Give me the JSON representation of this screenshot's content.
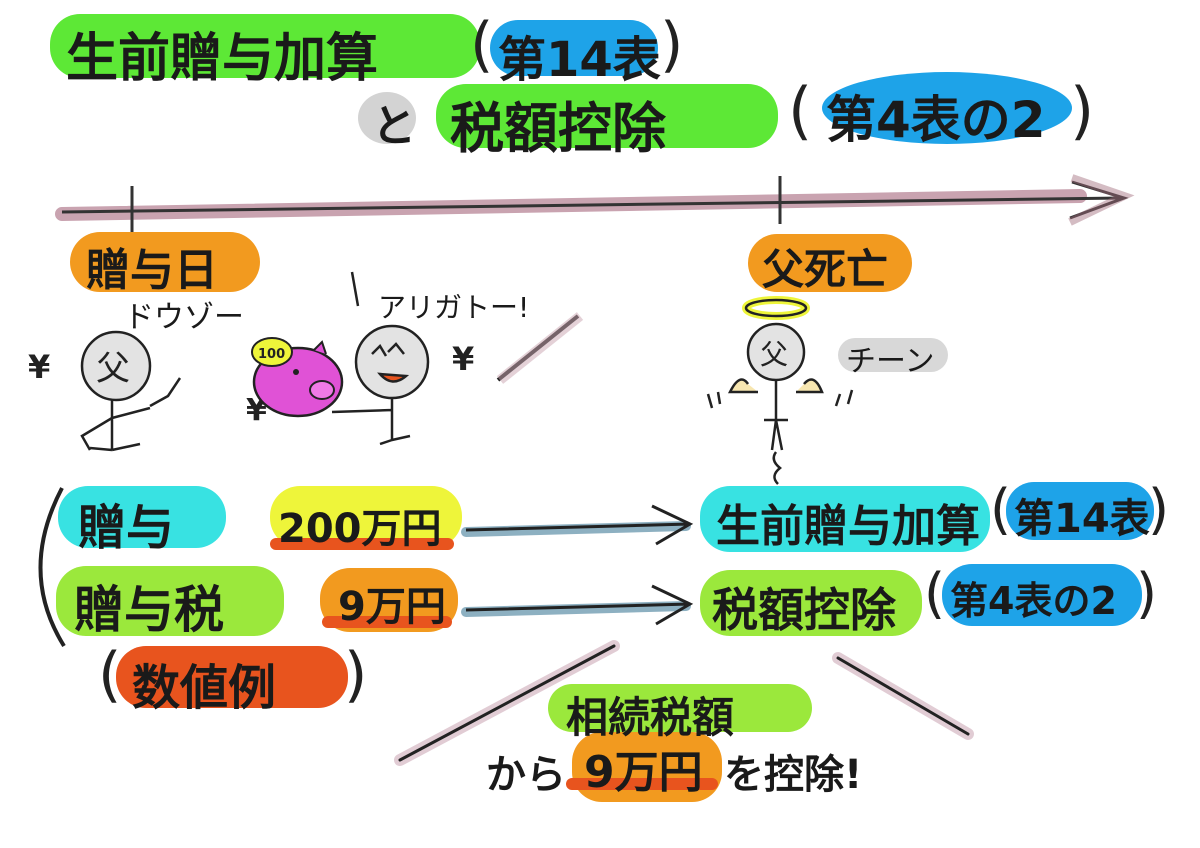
{
  "title": {
    "line1_main": "生前贈与加算",
    "line1_table": "第14表",
    "connector": "と",
    "line2_main": "税額控除",
    "line2_table": "第4表の2"
  },
  "timeline": {
    "gift_day_label": "贈与日",
    "death_label": "父死亡"
  },
  "speech": {
    "giver": "ドウゾー",
    "receiver": "アリガトー!",
    "deceased": "チーン",
    "coin": "100"
  },
  "example": {
    "gift_label": "贈与",
    "gift_amount": "200万円",
    "gift_tax_label": "贈与税",
    "gift_tax_amount": "9万円",
    "numeric_example_label": "数値例",
    "target_gift": "生前贈与加算",
    "target_gift_table": "第14表",
    "target_tax": "税額控除",
    "target_tax_table": "第4表の2"
  },
  "conclusion": {
    "line1": "相続税額",
    "line2_prefix": "から",
    "line2_amount": "9万円",
    "line2_suffix": "を控除!"
  },
  "colors": {
    "green": "#5de836",
    "blue": "#1ea3e8",
    "orange": "#f29a1f",
    "cyan": "#38e2e2",
    "lime": "#9be83c",
    "yellow": "#eef53a",
    "red": "#e8541e",
    "gray": "#cfcfcf",
    "axis": "#a06a7a",
    "pig": "#e052d6"
  }
}
